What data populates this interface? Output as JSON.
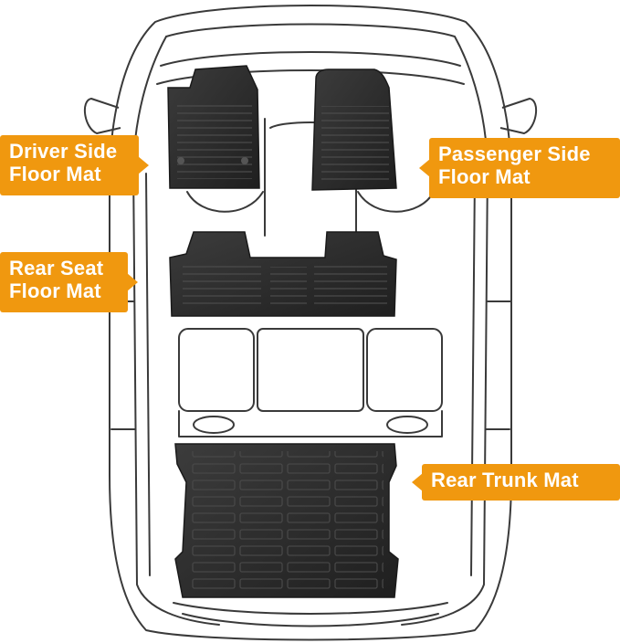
{
  "callouts": {
    "driver": {
      "line1": "Driver Side",
      "line2": "Floor Mat"
    },
    "passenger": {
      "line1": "Passenger Side",
      "line2": "Floor Mat"
    },
    "rear_seat": {
      "line1": "Rear Seat",
      "line2": "Floor Mat"
    },
    "trunk": {
      "line1": "Rear Trunk Mat"
    }
  },
  "colors": {
    "accent": "#f0980f",
    "mat": "#2b2b2b",
    "outline": "#3a3a3a"
  }
}
